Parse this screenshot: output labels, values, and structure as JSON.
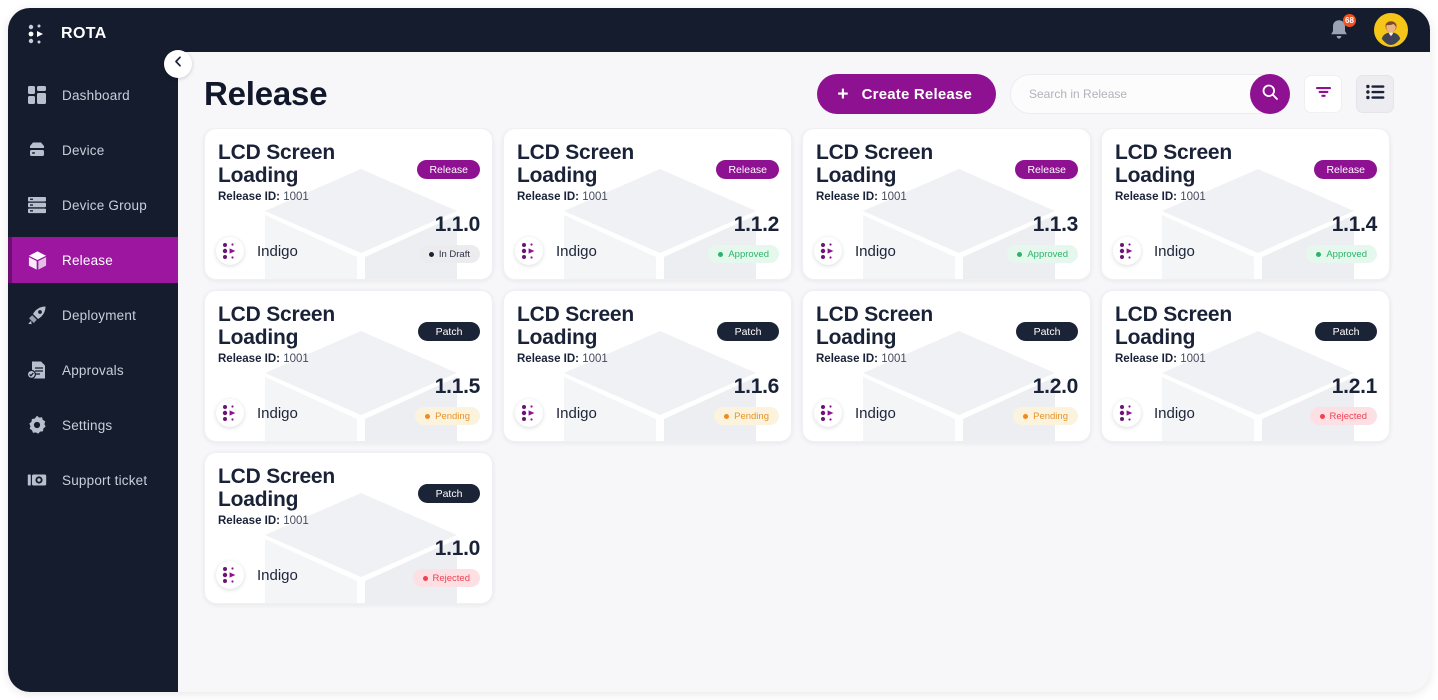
{
  "brand": {
    "name": "ROTA",
    "logo_icon": "rota-dots-logo"
  },
  "sidebar": {
    "items": [
      {
        "label": "Dashboard",
        "icon": "dashboard-icon",
        "active": false
      },
      {
        "label": "Device",
        "icon": "device-icon",
        "active": false
      },
      {
        "label": "Device Group",
        "icon": "device-group-icon",
        "active": false
      },
      {
        "label": "Release",
        "icon": "release-box-icon",
        "active": true
      },
      {
        "label": "Deployment",
        "icon": "rocket-icon",
        "active": false
      },
      {
        "label": "Approvals",
        "icon": "approvals-icon",
        "active": false
      },
      {
        "label": "Settings",
        "icon": "gear-icon",
        "active": false
      },
      {
        "label": "Support ticket",
        "icon": "support-ticket-icon",
        "active": false
      }
    ],
    "collapse_icon": "chevron-left-icon"
  },
  "topbar": {
    "notification_icon": "bell-icon",
    "notification_count": "68",
    "avatar_icon": "user-avatar",
    "notification_badge_color": "#f4501e",
    "avatar_bg_color": "#f5c518"
  },
  "header": {
    "title": "Release",
    "create_button": {
      "label": "Create Release",
      "icon": "plus-icon",
      "color": "#8e1192"
    },
    "search": {
      "placeholder": "Search in Release",
      "value": "",
      "icon": "search-icon"
    },
    "filter_button": {
      "icon": "filter-icon",
      "color": "#8e1192"
    },
    "list_view_button": {
      "icon": "list-view-icon"
    }
  },
  "labels": {
    "release_id_prefix": "Release ID:",
    "owner_name": "Indigo",
    "owner_logo_icon": "indigo-logo"
  },
  "cards": [
    {
      "title": "LCD Screen Loading",
      "release_id": "1001",
      "type": "Release",
      "type_class": "release",
      "version": "1.1.0",
      "owner": "Indigo",
      "status": "In Draft",
      "status_class": "st-draft"
    },
    {
      "title": "LCD Screen Loading",
      "release_id": "1001",
      "type": "Release",
      "type_class": "release",
      "version": "1.1.2",
      "owner": "Indigo",
      "status": "Approved",
      "status_class": "st-approved"
    },
    {
      "title": "LCD Screen Loading",
      "release_id": "1001",
      "type": "Release",
      "type_class": "release",
      "version": "1.1.3",
      "owner": "Indigo",
      "status": "Approved",
      "status_class": "st-approved"
    },
    {
      "title": "LCD Screen Loading",
      "release_id": "1001",
      "type": "Release",
      "type_class": "release",
      "version": "1.1.4",
      "owner": "Indigo",
      "status": "Approved",
      "status_class": "st-approved"
    },
    {
      "title": "LCD Screen Loading",
      "release_id": "1001",
      "type": "Patch",
      "type_class": "patch",
      "version": "1.1.5",
      "owner": "Indigo",
      "status": "Pending",
      "status_class": "st-pending"
    },
    {
      "title": "LCD Screen Loading",
      "release_id": "1001",
      "type": "Patch",
      "type_class": "patch",
      "version": "1.1.6",
      "owner": "Indigo",
      "status": "Pending",
      "status_class": "st-pending"
    },
    {
      "title": "LCD Screen Loading",
      "release_id": "1001",
      "type": "Patch",
      "type_class": "patch",
      "version": "1.2.0",
      "owner": "Indigo",
      "status": "Pending",
      "status_class": "st-pending"
    },
    {
      "title": "LCD Screen Loading",
      "release_id": "1001",
      "type": "Patch",
      "type_class": "patch",
      "version": "1.2.1",
      "owner": "Indigo",
      "status": "Rejected",
      "status_class": "st-rejected"
    },
    {
      "title": "LCD Screen Loading",
      "release_id": "1001",
      "type": "Patch",
      "type_class": "patch",
      "version": "1.1.0",
      "owner": "Indigo",
      "status": "Rejected",
      "status_class": "st-rejected"
    }
  ],
  "theme": {
    "accent": "#8e1192",
    "sidebar_bg": "#141c2e",
    "page_bg": "#f7f7f9",
    "text_dark": "#1a2238"
  }
}
